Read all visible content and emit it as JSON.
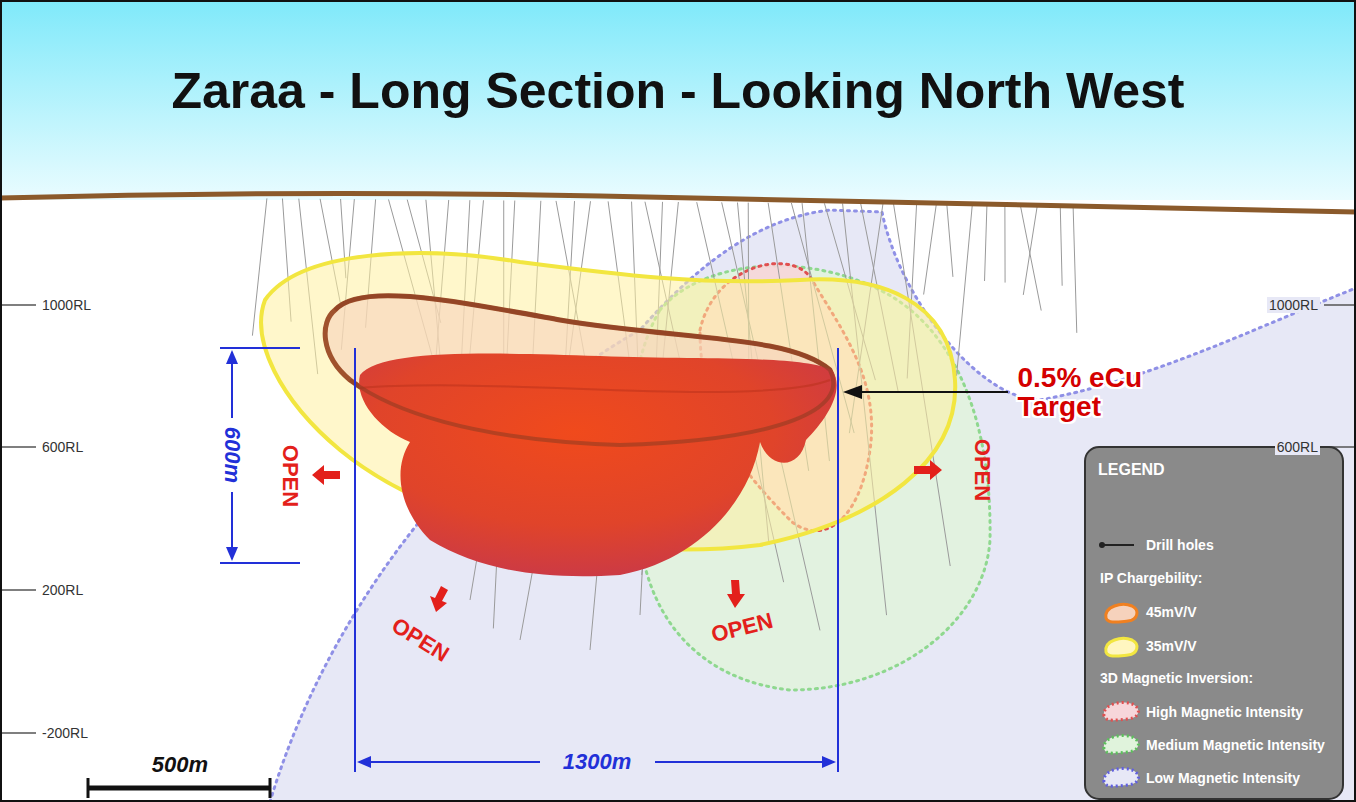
{
  "diagram": {
    "title": "Zaraa - Long Section - Looking North West",
    "labels": [
      "1000RL",
      "1000RL",
      "600RL",
      "600RL",
      "200RL",
      "-200RL",
      "600m",
      "OPEN",
      "OPEN",
      "OPEN",
      "OPEN",
      "0.5% eCu Target",
      "1300m",
      "500m",
      "LEGEND",
      "IP Chargebility:",
      "3D Magnetic Inversion:"
    ],
    "legend": [
      {
        "text": "Drill holes"
      },
      {
        "text": "45mV/V"
      },
      {
        "text": "35mV/V"
      },
      {
        "text": "High Magnetic Intensity"
      },
      {
        "text": "Medium Magnetic Intensity"
      },
      {
        "text": "Low Magnetic Intensity"
      }
    ]
  }
}
